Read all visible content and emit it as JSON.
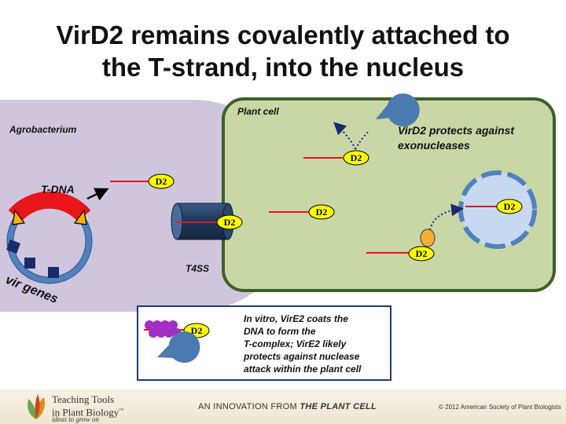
{
  "title": {
    "line1": "VirD2 remains covalently attached to",
    "line2": "the T-strand, into the nucleus"
  },
  "labels": {
    "agrobacterium": "Agrobacterium",
    "plant_cell": "Plant cell",
    "t_dna": "T-DNA",
    "vir_genes": "vir genes",
    "t4ss": "T4SS",
    "d2": "D2",
    "protects_line1": "VirD2 protects against",
    "protects_line2": "exonucleases"
  },
  "legend": {
    "lines": [
      "In vitro, VirE2 coats the",
      "DNA to form the",
      "T-complex; VirE2 likely",
      "protects against nuclease",
      "attack within the plant cell"
    ]
  },
  "footer": {
    "tt_line1": "Teaching Tools",
    "tt_line2": "in Plant Biology",
    "tt_tm": "™",
    "tt_tagline": "ideas to grow on",
    "innovation_prefix": "AN INNOVATION FROM ",
    "innovation_name": "THE PLANT CELL",
    "copyright": "© 2012 American Society of Plant Biologists"
  },
  "colors": {
    "agrobacterium_fill": "#cfc6dd",
    "plant_cell_fill": "#c9d7a7",
    "plant_cell_border": "#3e5f26",
    "dna_red": "#e8151b",
    "d2_yellow": "#ffff00",
    "plasmid_blue": "#4f81bd",
    "vir_navy": "#1a2a6e",
    "nucleus_fill": "#c6d9f0",
    "virE2_purple": "#a32cc4",
    "pacman_blue": "#4a7ab0",
    "orange_protein": "#f2b134"
  },
  "icons": [
    "pacman-nuclease-icon",
    "arrow-icon",
    "logo-leaf-icon"
  ]
}
